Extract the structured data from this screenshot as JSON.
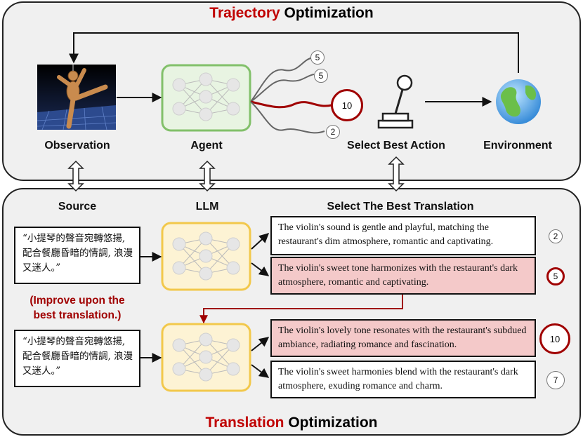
{
  "top_panel": {
    "title_highlight": "Trajectory",
    "title_rest": " Optimization",
    "labels": {
      "observation": "Observation",
      "agent": "Agent",
      "select": "Select Best Action",
      "environment": "Environment"
    },
    "branch_scores": [
      "5",
      "5",
      "10",
      "2"
    ]
  },
  "bottom_panel": {
    "title_highlight": "Translation",
    "title_rest": " Optimization",
    "labels": {
      "source": "Source",
      "llm": "LLM",
      "select": "Select The Best Translation"
    },
    "source_text": "“小提琴的聲音宛轉悠揚, 配合餐廳昏暗的情調, 浪漫又迷人。”",
    "improve_note_line1": "(Improve upon the",
    "improve_note_line2": "best translation.)",
    "round1": [
      {
        "text": "The violin's sound is gentle and playful, matching the restaurant's dim atmosphere, romantic and captivating.",
        "score": "2"
      },
      {
        "text": "The violin's sweet tone harmonizes with the restaurant's dark atmosphere, romantic and captivating.",
        "score": "5"
      }
    ],
    "round2": [
      {
        "text": "The violin's lovely tone resonates with the restaurant's subdued ambiance, radiating romance and fascination.",
        "score": "10"
      },
      {
        "text": "The violin's sweet harmonies blend with the restaurant's dark atmosphere, exuding romance and charm.",
        "score": "7"
      }
    ]
  },
  "colors": {
    "accent_red": "#c00000",
    "dark_red": "#a00000",
    "agent_green": "#82c06a",
    "llm_yellow": "#f2c84b",
    "best_pink": "#f4c9c9"
  },
  "icons": [
    "robot-figure-image",
    "neural-network-icon",
    "joystick-icon",
    "globe-icon",
    "double-arrow-icon"
  ]
}
